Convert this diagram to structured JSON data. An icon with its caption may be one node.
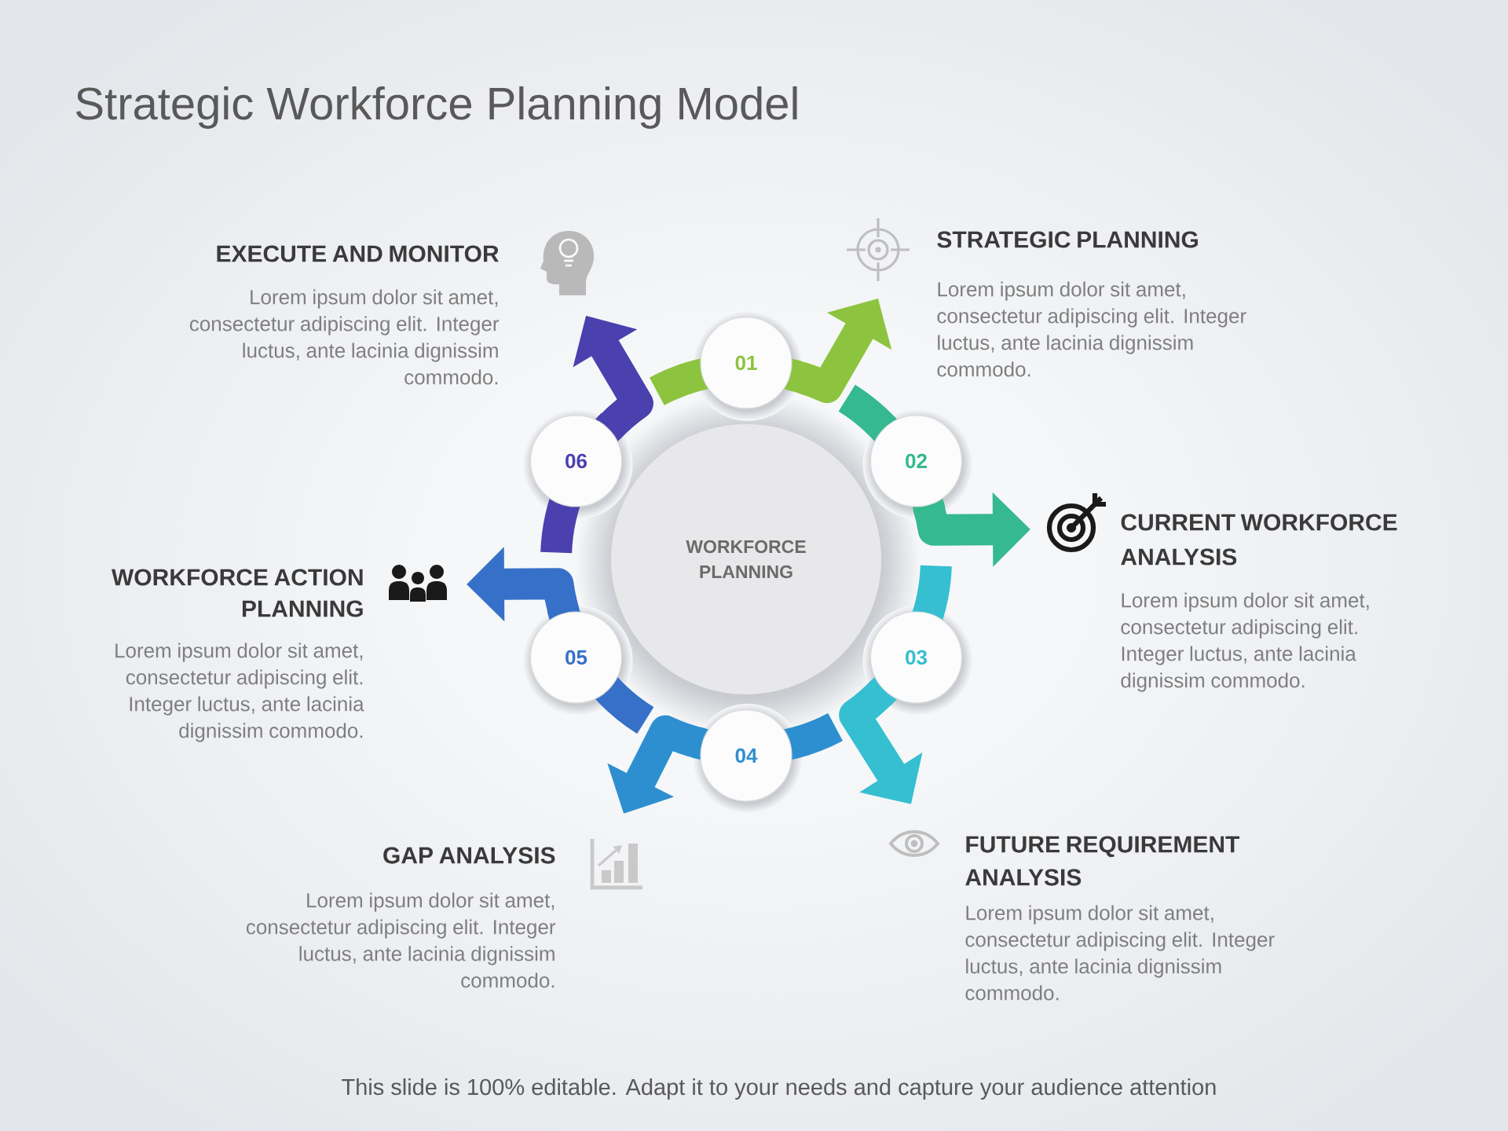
{
  "diagram": {
    "title": "Strategic Workforce Planning Model",
    "nodes": [
      {
        "text": [
          "WORKFORCE PLANNING"
        ]
      },
      {
        "text": [
          "01"
        ]
      },
      {
        "text": [
          "02"
        ]
      },
      {
        "text": [
          "03"
        ]
      },
      {
        "text": [
          "04"
        ]
      },
      {
        "text": [
          "05"
        ]
      },
      {
        "text": [
          "06"
        ]
      },
      {
        "text": [
          "STRATEGIC PLANNING",
          "Lorem ipsum dolor sit amet, consectetur adipiscing elit. Integer luctus, ante lacinia dignissim commodo."
        ]
      },
      {
        "text": [
          "CURRENT WORKFORCE ANALYSIS",
          "Lorem ipsum dolor sit amet, consectetur adipiscing elit. Integer luctus, ante lacinia dignissim commodo."
        ]
      },
      {
        "text": [
          "FUTURE REQUIREMENT ANALYSIS",
          "Lorem ipsum dolor sit amet, consectetur adipiscing elit. Integer luctus, ante lacinia dignissim commodo."
        ]
      },
      {
        "text": [
          "GAP ANALYSIS",
          "Lorem ipsum dolor sit amet, consectetur adipiscing elit. Integer luctus, ante lacinia dignissim commodo."
        ]
      },
      {
        "text": [
          "WORKFORCE ACTION PLANNING",
          "Lorem ipsum dolor sit amet, consectetur adipiscing elit. Integer luctus, ante lacinia dignissim commodo."
        ]
      },
      {
        "text": [
          "EXECUTE AND MONITOR",
          "Lorem ipsum dolor sit amet, consectetur adipiscing elit. Integer luctus, ante lacinia dignissim commodo."
        ]
      }
    ],
    "edges": [
      {
        "from": 1,
        "to": 7,
        "arrow": "to",
        "color": "#8cc43f"
      },
      {
        "from": 2,
        "to": 8,
        "arrow": "to",
        "color": "#35b98f"
      },
      {
        "from": 3,
        "to": 9,
        "arrow": "to",
        "color": "#35bfd1"
      },
      {
        "from": 4,
        "to": 10,
        "arrow": "to",
        "color": "#2e8fd0"
      },
      {
        "from": 5,
        "to": 11,
        "arrow": "to",
        "color": "#3670c8"
      },
      {
        "from": 6,
        "to": 12,
        "arrow": "to",
        "color": "#4a40ae"
      }
    ],
    "labels": [
      "This slide is 100% editable. Adapt it to your needs and capture your audience attention"
    ]
  }
}
